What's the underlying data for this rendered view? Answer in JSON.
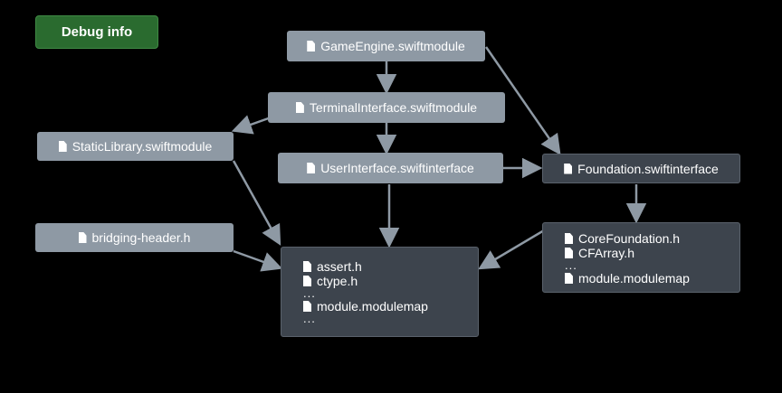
{
  "badge": {
    "label": "Debug info"
  },
  "nodes": {
    "game_engine": "GameEngine.swiftmodule",
    "terminal_interface": "TerminalInterface.swiftmodule",
    "static_library": "StaticLibrary.swiftmodule",
    "user_interface": "UserInterface.swiftinterface",
    "foundation": "Foundation.swiftinterface",
    "bridging_header": "bridging-header.h"
  },
  "libc_group": {
    "files": [
      "assert.h",
      "ctype.h"
    ],
    "ellipsis_1": "...",
    "modulemap": "module.modulemap",
    "ellipsis_2": "..."
  },
  "corefoundation_group": {
    "files": [
      "CoreFoundation.h",
      "CFArray.h"
    ],
    "ellipsis": "...",
    "modulemap": "module.modulemap"
  },
  "colors": {
    "background": "#000000",
    "badge": "#2a6b2f",
    "light_node": "#8e99a4",
    "dark_node": "#3d444d",
    "arrow": "#8e99a4"
  }
}
